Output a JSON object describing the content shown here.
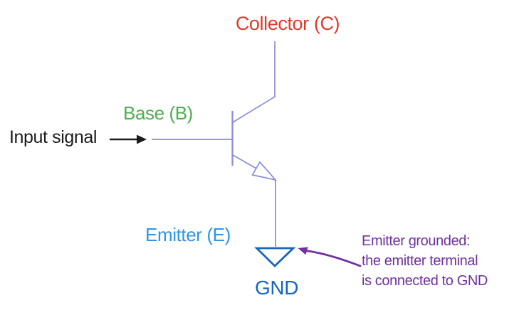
{
  "diagram": {
    "type": "npn-transistor-common-emitter-schematic",
    "labels": {
      "collector": "Collector (C)",
      "base": "Base (B)",
      "input_signal": "Input signal",
      "emitter": "Emitter (E)",
      "gnd": "GND"
    },
    "annotation": {
      "lines": [
        "Emitter grounded:",
        "the emitter terminal",
        "is connected to GND"
      ]
    },
    "colors": {
      "collector_label": "#DF3A2C",
      "base_label": "#4CAE4E",
      "input_label": "#1B1B1B",
      "emitter_label": "#2E95E8",
      "gnd_label": "#1565C4",
      "wire": "#8A8CDB",
      "ground_symbol": "#1866C0",
      "annotation": "#7030A0",
      "background": "#FFFFFF"
    }
  }
}
